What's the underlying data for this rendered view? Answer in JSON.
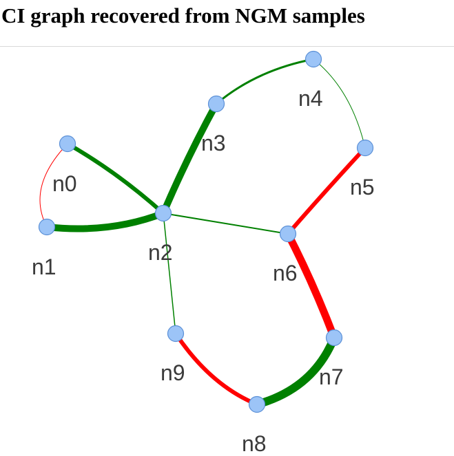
{
  "title": "CI graph recovered from NGM samples",
  "colors": {
    "positive_edge": "#008000",
    "negative_edge": "#ff0000",
    "node_fill": "#9cc4f7",
    "node_stroke": "#5a8fd6",
    "label": "#3a3a3a"
  },
  "nodes": [
    {
      "id": "n0",
      "label": "n0"
    },
    {
      "id": "n1",
      "label": "n1"
    },
    {
      "id": "n2",
      "label": "n2"
    },
    {
      "id": "n3",
      "label": "n3"
    },
    {
      "id": "n4",
      "label": "n4"
    },
    {
      "id": "n5",
      "label": "n5"
    },
    {
      "id": "n6",
      "label": "n6"
    },
    {
      "id": "n7",
      "label": "n7"
    },
    {
      "id": "n8",
      "label": "n8"
    },
    {
      "id": "n9",
      "label": "n9"
    }
  ],
  "edges": [
    {
      "source": "n0",
      "target": "n1",
      "sign": "negative",
      "strength": 1
    },
    {
      "source": "n0",
      "target": "n2",
      "sign": "positive",
      "strength": 6
    },
    {
      "source": "n1",
      "target": "n2",
      "sign": "positive",
      "strength": 10
    },
    {
      "source": "n2",
      "target": "n3",
      "sign": "positive",
      "strength": 10
    },
    {
      "source": "n3",
      "target": "n4",
      "sign": "positive",
      "strength": 3
    },
    {
      "source": "n4",
      "target": "n5",
      "sign": "positive",
      "strength": 1
    },
    {
      "source": "n2",
      "target": "n6",
      "sign": "positive",
      "strength": 2
    },
    {
      "source": "n5",
      "target": "n6",
      "sign": "negative",
      "strength": 6
    },
    {
      "source": "n6",
      "target": "n7",
      "sign": "negative",
      "strength": 11
    },
    {
      "source": "n2",
      "target": "n9",
      "sign": "positive",
      "strength": 1.5
    },
    {
      "source": "n9",
      "target": "n8",
      "sign": "negative",
      "strength": 6
    },
    {
      "source": "n8",
      "target": "n7",
      "sign": "positive",
      "strength": 12
    }
  ]
}
